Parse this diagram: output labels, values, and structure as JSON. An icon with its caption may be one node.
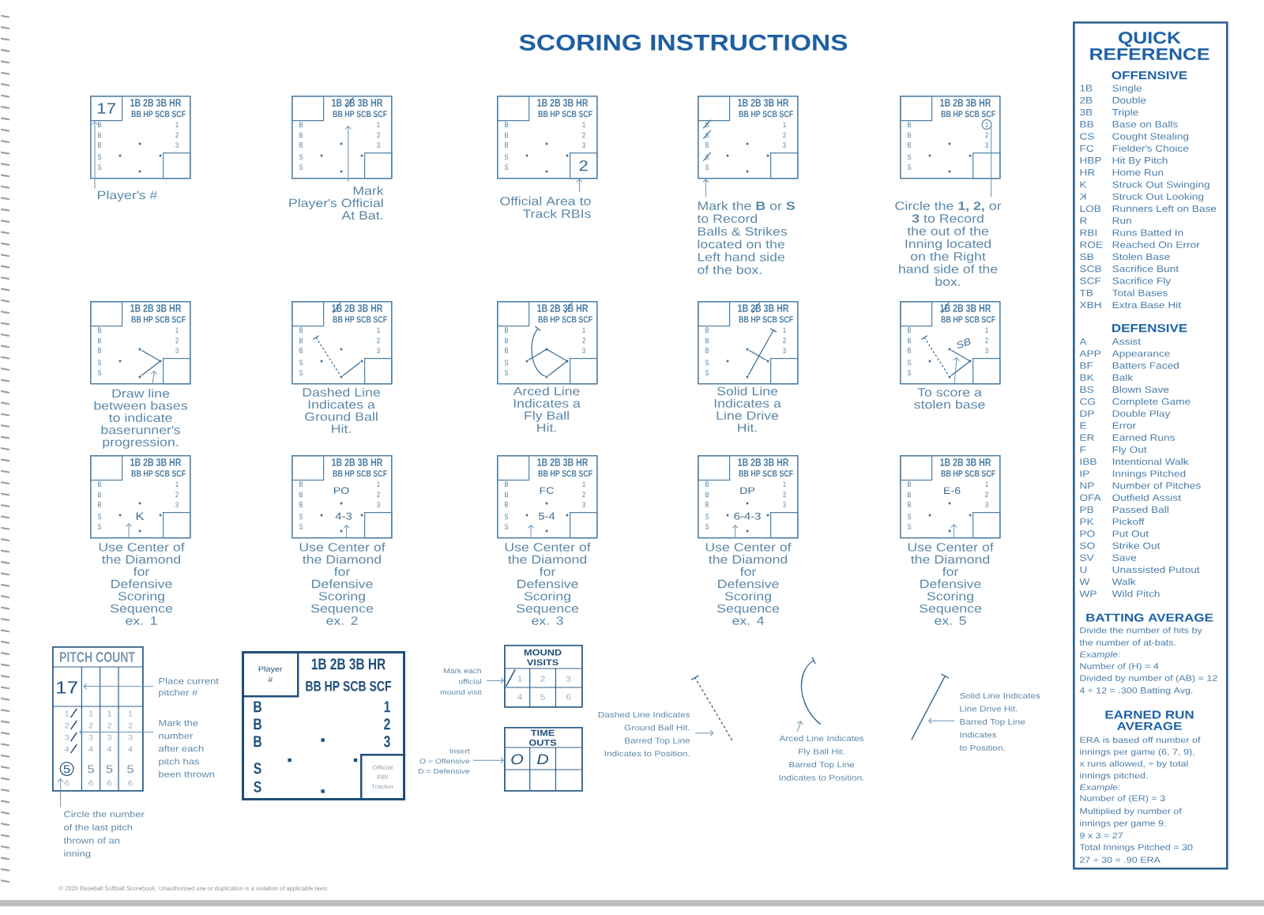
{
  "diagram": {
    "title": "SCORING INSTRUCTIONS",
    "nodes": [
      {
        "text": [
          "1B 2B 3B HR",
          "BB HP SCB SCF",
          "B",
          "B",
          "B",
          "S",
          "S",
          "1",
          "2",
          "3"
        ]
      },
      {
        "text": [
          "17"
        ],
        "in": 0
      },
      {
        "text": [],
        "shape": "box",
        "in": 0
      },
      {
        "text": [
          "Player's #"
        ]
      },
      {
        "text": [
          "1B 2B 3B HR",
          "BB HP SCB SCF",
          "B",
          "B",
          "B",
          "S",
          "S",
          "1",
          "2",
          "3"
        ]
      },
      {
        "text": [],
        "shape": "box",
        "in": 4
      },
      {
        "text": [],
        "shape": "box",
        "in": 4
      },
      {
        "text": [
          "Mark Player's Official At Bat."
        ]
      },
      {
        "text": [
          "1B 2B 3B HR",
          "BB HP SCB SCF",
          "B",
          "B",
          "B",
          "S",
          "S",
          "1",
          "2",
          "3"
        ]
      },
      {
        "text": [],
        "shape": "box",
        "in": 8
      },
      {
        "text": [
          "2"
        ],
        "in": 8
      },
      {
        "text": [
          "Official Area to Track RBIs"
        ]
      },
      {
        "text": [
          "1B 2B 3B HR",
          "BB HP SCB SCF",
          "B",
          "B",
          "B",
          "S",
          "S",
          "1",
          "2",
          "3"
        ]
      },
      {
        "text": [],
        "shape": "box",
        "in": 12
      },
      {
        "text": [],
        "shape": "box",
        "in": 12
      },
      {
        "text": [
          "Mark the **B** or **S** to Record Balls & Strikes located on the Left hand side of the box."
        ]
      },
      {
        "text": [
          "1B 2B 3B HR",
          "BB HP SCB SCF",
          "B",
          "B",
          "B",
          "S",
          "S",
          "1",
          "2",
          "3"
        ]
      },
      {
        "text": [],
        "shape": "box",
        "in": 16
      },
      {
        "text": [],
        "shape": "box",
        "in": 16
      },
      {
        "text": [
          "Circle the **1, 2,** or **3** to Record the out of the Inning located on the Right hand side of the box."
        ]
      },
      {
        "text": [
          "1B 2B 3B HR",
          "BB HP SCB SCF",
          "B",
          "B",
          "B",
          "S",
          "S",
          "1",
          "2",
          "3"
        ]
      },
      {
        "text": [],
        "shape": "box",
        "in": 20
      },
      {
        "text": [],
        "shape": "box",
        "in": 20
      },
      {
        "text": [
          "Draw line between bases to indicate baserunner's progression."
        ]
      },
      {
        "text": [
          "1B 2B 3B HR",
          "BB HP SCB SCF",
          "B",
          "B",
          "B",
          "S",
          "S",
          "1",
          "2",
          "3"
        ],
        "beside": [
          "Dashed Line Indicates a Ground Ball Hit."
        ]
      },
      {
        "text": [],
        "shape": "box",
        "in": 24
      },
      {
        "text": [],
        "shape": "box",
        "in": 24
      },
      {
        "text": [
          "1B 2B 3B HR",
          "BB HP SCB SCF",
          "B",
          "B",
          "B",
          "S",
          "S",
          "1",
          "2",
          "3"
        ],
        "beside": [
          "Arced Line Indicates a Fly Ball Hit."
        ]
      },
      {
        "text": [],
        "shape": "box",
        "in": 27
      },
      {
        "text": [],
        "shape": "box",
        "in": 27
      },
      {
        "text": [
          "1B 2B 3B HR",
          "BB HP SCB SCF",
          "B",
          "B",
          "B",
          "S",
          "S",
          "1",
          "2",
          "3"
        ],
        "beside": [
          "Solid Line Indicates a Line Drive Hit."
        ]
      },
      {
        "text": [],
        "shape": "box",
        "in": 30
      },
      {
        "text": [],
        "shape": "box",
        "in": 30
      },
      {
        "text": [
          "1B 2B 3B HR",
          "BB HP SCB SCF",
          "B",
          "B",
          "B",
          "S",
          "S",
          "1",
          "2",
          "3",
          "SB"
        ]
      },
      {
        "text": [],
        "shape": "box",
        "in": 33
      },
      {
        "text": [],
        "shape": "box",
        "in": 33
      },
      {
        "text": [
          "To score a stolen base"
        ]
      },
      {
        "text": [
          "1B 2B 3B HR",
          "BB HP SCB SCF",
          "B",
          "B",
          "B",
          "S",
          "S",
          "1",
          "2",
          "3",
          "K"
        ]
      },
      {
        "text": [],
        "shape": "box",
        "in": 37
      },
      {
        "text": [],
        "shape": "box",
        "in": 37
      },
      {
        "text": [
          "Use Center of the Diamond for Defensive Scoring Sequence ex. 1"
        ]
      },
      {
        "text": [
          "1B 2B 3B HR",
          "BB HP SCB SCF",
          "B",
          "B",
          "B",
          "S",
          "S",
          "1",
          "2",
          "3",
          "PO",
          "4-3"
        ]
      },
      {
        "text": [],
        "shape": "box",
        "in": 41
      },
      {
        "text": [],
        "shape": "box",
        "in": 41
      },
      {
        "text": [
          "Use Center of the Diamond for Defensive Scoring Sequence ex. 2"
        ]
      },
      {
        "text": [
          "1B 2B 3B HR",
          "BB HP SCB SCF",
          "B",
          "B",
          "B",
          "S",
          "S",
          "1",
          "2",
          "3",
          "FC",
          "5-4"
        ]
      },
      {
        "text": [],
        "shape": "box",
        "in": 45
      },
      {
        "text": [],
        "shape": "box",
        "in": 45
      },
      {
        "text": [
          "Use Center of the Diamond for Defensive Scoring Sequence ex. 3"
        ]
      },
      {
        "text": [
          "1B 2B 3B HR",
          "BB HP SCB SCF",
          "B",
          "B",
          "B",
          "S",
          "S",
          "1",
          "2",
          "3",
          "DP",
          "6-4-3"
        ]
      },
      {
        "text": [],
        "shape": "box",
        "in": 49
      },
      {
        "text": [],
        "shape": "box",
        "in": 49
      },
      {
        "text": [
          "Use Center of the Diamond for Defensive Scoring Sequence ex. 4"
        ]
      },
      {
        "text": [
          "1B 2B 3B HR",
          "BB HP SCB SCF",
          "B",
          "B",
          "B",
          "S",
          "S",
          "1",
          "2",
          "3",
          "E-6"
        ]
      },
      {
        "text": [],
        "shape": "box",
        "in": 53
      },
      {
        "text": [],
        "shape": "box",
        "in": 53
      },
      {
        "text": [
          "Use Center of the Diamond for Defensive Scoring Sequence ex. 5"
        ]
      },
      {
        "text": [
          "PITCH COUNT",
          "17",
          "1",
          "1",
          "1",
          "1",
          "2",
          "2",
          "2",
          "2",
          "3",
          "3",
          "3",
          "3",
          "4",
          "4",
          "4",
          "4",
          "5",
          "5",
          "5",
          "5",
          "6",
          "6",
          "6",
          "6"
        ]
      },
      {
        "text": [
          "Place current pitcher #"
        ]
      },
      {
        "text": [
          "Mark the number after each pitch has been thrown"
        ]
      },
      {
        "text": [
          "Circle the number of the last pitch thrown of an inning"
        ]
      },
      {
        "text": [
          "1B 2B 3B HR",
          "BB HP SCB SCF",
          "B",
          "B",
          "B",
          "S",
          "S",
          "1",
          "2",
          "3"
        ]
      },
      {
        "text": [
          "Player #"
        ],
        "in": 61
      },
      {
        "text": [
          "Official RBI Tracker"
        ],
        "in": 61
      },
      {
        "text": [
          "Mark each official mound visit"
        ]
      },
      {
        "text": [
          "MOUND VISITS",
          "1",
          "2",
          "3",
          "4",
          "5",
          "6"
        ]
      },
      {
        "text": [
          "Insert O = Offensive D = Defensive"
        ]
      },
      {
        "text": [
          "TIME OUTS",
          "O",
          "D"
        ]
      },
      {
        "text": [
          "Dashed Line Indicates Ground Ball Hit. Barred Top Line Indicates to Position."
        ]
      },
      {
        "text": [],
        "shape": "line"
      },
      {
        "text": [],
        "shape": "arc"
      },
      {
        "text": [
          "Arced Line Indicates Fly Ball Hit. Barred Top Line Indicates to Position."
        ]
      },
      {
        "text": [],
        "shape": "line"
      },
      {
        "text": [
          "Solid Line Indicates Line Drive Hit. Barred Top Line Indicates to Position."
        ]
      },
      {
        "text": [
          "QUICK REFERENCE",
          "OFFENSIVE",
          "1B",
          "Single",
          "2B",
          "Double",
          "3B",
          "Triple",
          "BB",
          "Base on Balls",
          "CS",
          "Cought Stealing",
          "FC",
          "Fielder's Choice",
          "HBP",
          "Hit By Pitch",
          "HR",
          "Home Run",
          "K",
          "Struck Out Swinging",
          "K",
          "Struck Out Looking",
          "LOB",
          "Runners Left on Base",
          "R",
          "Run",
          "RBI",
          "Runs Batted In",
          "ROE",
          "Reached On Error",
          "SB",
          "Stolen Base",
          "SCB",
          "Sacrifice Bunt",
          "SCF",
          "Sacrifice Fly",
          "TB",
          "Total Bases",
          "XBH",
          "Extra Base Hit",
          "DEFENSIVE",
          "A",
          "Assist",
          "APP",
          "Appearance",
          "BF",
          "Batters Faced",
          "BK",
          "Balk",
          "BS",
          "Blown Save",
          "CG",
          "Complete Game",
          "DP",
          "Double Play",
          "E",
          "Error",
          "ER",
          "Earned Runs",
          "F",
          "Fly Out",
          "IBB",
          "Intentional Walk",
          "IP",
          "Innings Pitched",
          "NP",
          "Number of Pitches",
          "OFA",
          "Outfield Assist",
          "PB",
          "Passed Ball",
          "PK",
          "Pickoff",
          "PO",
          "Put Out",
          "SO",
          "Strike Out",
          "SV",
          "Save",
          "U",
          "Unassisted Putout",
          "W",
          "Walk",
          "WP",
          "Wild Pitch",
          "BATTING AVERAGE",
          "Divide the number of hits by the number of at-bats.",
          "Example:",
          "Number of (H) = 4",
          "Divided by number of (AB) = 12",
          "4 ÷ 12 = .300 Batting Avg.",
          "EARNED RUN AVERAGE",
          "ERA is based off number of innings per game (6, 7, 9), x runs allowed, ÷ by total innings pitched.",
          "Example:",
          "Number of (ER) = 3",
          "Multiplied by number of innings per game 9.",
          "9 x 3 = 27",
          "Total Innings Pitched = 30",
          "27 ÷ 30 = .90 ERA"
        ]
      }
    ],
    "edges": [
      {
        "from": 3,
        "to": 1,
        "arrow": "to"
      },
      {
        "from": 7,
        "to": null,
        "arrow": "to"
      },
      {
        "from": 11,
        "to": 10,
        "arrow": "to"
      },
      {
        "from": 15,
        "to": 12,
        "arrow": "to"
      },
      {
        "from": 19,
        "to": 16,
        "arrow": "none"
      },
      {
        "from": 23,
        "to": 20,
        "arrow": "to"
      },
      {
        "from": 36,
        "to": 33,
        "arrow": "to"
      },
      {
        "from": 40,
        "to": null,
        "arrow": "to"
      },
      {
        "from": 44,
        "to": null,
        "arrow": "to"
      },
      {
        "from": 48,
        "to": null,
        "arrow": "to"
      },
      {
        "from": 52,
        "to": null,
        "arrow": "to"
      },
      {
        "from": 56,
        "to": null,
        "arrow": "to"
      },
      {
        "from": 58,
        "to": 57,
        "arrow": "to"
      },
      {
        "from": 59,
        "to": 57,
        "arrow": "to"
      },
      {
        "from": 60,
        "to": 57,
        "arrow": "to"
      },
      {
        "from": 64,
        "to": 65,
        "arrow": "to"
      },
      {
        "from": 66,
        "to": 67,
        "arrow": "to"
      },
      {
        "from": 68,
        "to": 69,
        "arrow": "to"
      },
      {
        "from": 71,
        "to": 70,
        "arrow": "to"
      },
      {
        "from": 73,
        "to": 72,
        "arrow": "to"
      }
    ],
    "labels": [
      "© 2020 Baseball Softball Scorebook. Unauthorized use or duplication is a violation of applicable laws."
    ]
  }
}
